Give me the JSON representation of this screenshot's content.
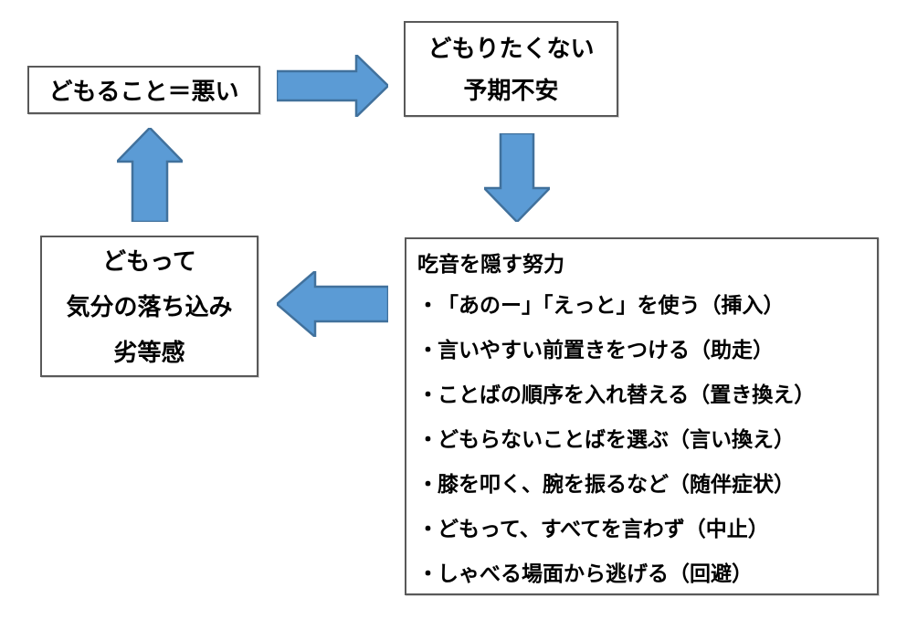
{
  "boxes": {
    "belief": {
      "text": "どもること＝悪い"
    },
    "anticipation": {
      "lines": [
        "どもりたくない",
        "予期不安"
      ]
    },
    "mood": {
      "lines": [
        "どもって",
        "気分の落ち込み",
        "劣等感"
      ]
    },
    "efforts": {
      "title": "吃音を隠す努力",
      "bullet": "・",
      "items": [
        "「あのー」「えっと」を使う（挿入）",
        "言いやすい前置きをつける（助走）",
        "ことばの順序を入れ替える（置き換え）",
        "どもらないことばを選ぶ（言い換え）",
        "膝を叩く、腕を振るなど（随伴症状）",
        "どもって、すべてを言わず（中止）",
        "しゃべる場面から逃げる（回避）"
      ]
    }
  },
  "colors": {
    "arrow_fill": "#5B9BD5",
    "arrow_border": "#41719C",
    "box_border": "#595959",
    "background": "#FFFFFF",
    "text": "#000000"
  }
}
